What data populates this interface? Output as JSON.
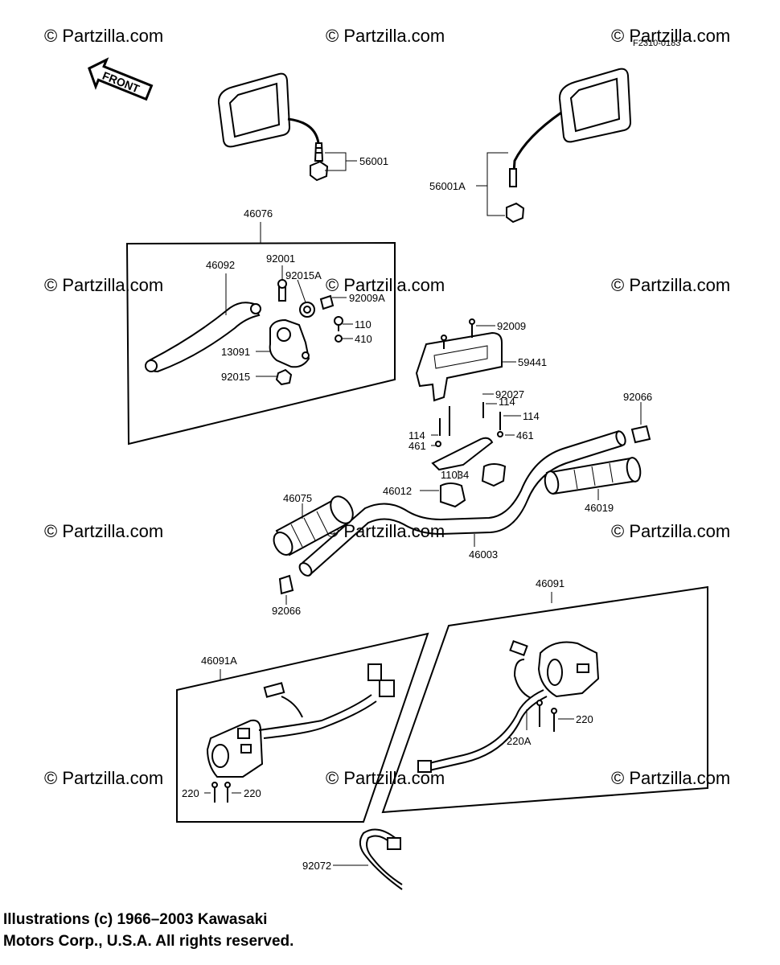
{
  "diagram": {
    "code": "F2310-0183",
    "front_label": "FRONT",
    "watermark": "© Partzilla.com",
    "watermark_dark": "© Partzilla.com",
    "parts": {
      "p56001": "56001",
      "p56001A": "56001A",
      "p46076": "46076",
      "p46092": "46092",
      "p92001": "92001",
      "p92015A": "92015A",
      "p92009A": "92009A",
      "p110": "110",
      "p410": "410",
      "p13091": "13091",
      "p92015": "92015",
      "p92009": "92009",
      "p59441": "59441",
      "p92027": "92027",
      "p114a": "114",
      "p114b": "114",
      "p114c": "114",
      "p461a": "461",
      "p461b": "461",
      "p92066a": "92066",
      "p92066b": "92066",
      "p11034": "11034",
      "p46012": "46012",
      "p46075": "46075",
      "p46019": "46019",
      "p46003": "46003",
      "p46091": "46091",
      "p46091A": "46091A",
      "p220a": "220",
      "p220b": "220",
      "p220c": "220",
      "p220A": "220A",
      "p92072": "92072"
    }
  },
  "footer": {
    "line1": "Illustrations (c) 1966–2003 Kawasaki",
    "line2": "Motors Corp., U.S.A.  All rights reserved."
  }
}
